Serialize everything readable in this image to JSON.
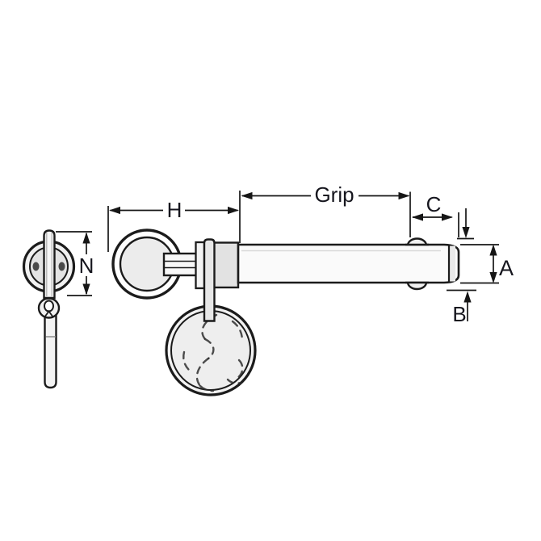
{
  "figure": {
    "description": "Two-view technical line drawing of a ring-handle ball lock pin with hanging lanyard ball",
    "views": [
      "front-view",
      "side-view"
    ]
  },
  "labels": {
    "h": "H",
    "n": "N",
    "grip": "Grip",
    "c": "C",
    "a": "A",
    "b": "B"
  },
  "colors": {
    "line": "#1b1b1b",
    "dimension_line": "#161616",
    "fill_light": "#f1f1f1",
    "fill_mid": "#e2e2e2",
    "background": "#ffffff"
  }
}
